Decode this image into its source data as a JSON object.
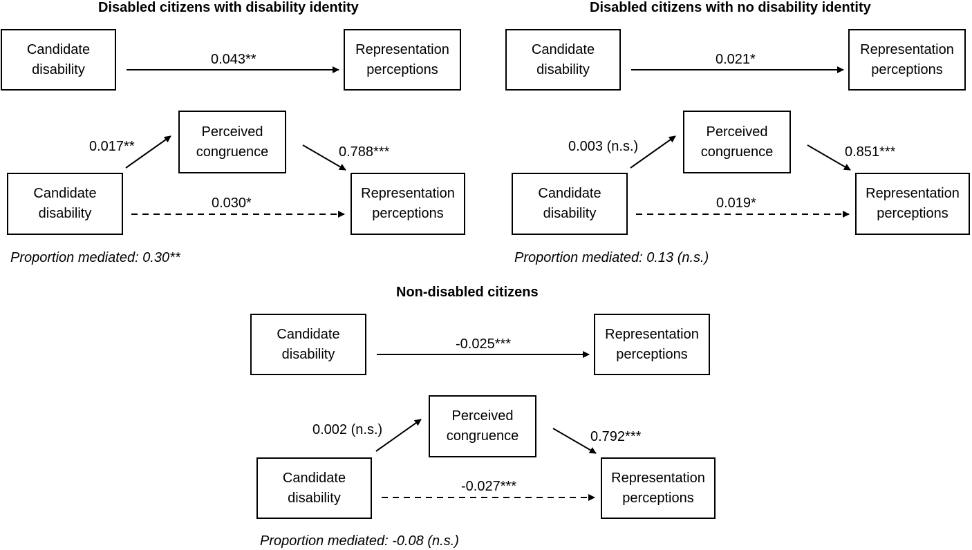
{
  "panels": [
    {
      "title": "Disabled citizens with disability identity",
      "direct": {
        "from": "Candidate\ndisability",
        "to": "Representation\nperceptions",
        "coef": "0.043**"
      },
      "mediation": {
        "x": "Candidate\ndisability",
        "m": "Perceived\ncongruence",
        "y": "Representation\nperceptions",
        "a": "0.017**",
        "b": "0.788***",
        "c_prime": "0.030*"
      },
      "proportion": "Proportion mediated: 0.30**"
    },
    {
      "title": "Disabled citizens with no disability identity",
      "direct": {
        "from": "Candidate\ndisability",
        "to": "Representation\nperceptions",
        "coef": "0.021*"
      },
      "mediation": {
        "x": "Candidate\ndisability",
        "m": "Perceived\ncongruence",
        "y": "Representation\nperceptions",
        "a": "0.003 (n.s.)",
        "b": "0.851***",
        "c_prime": "0.019*"
      },
      "proportion": "Proportion mediated: 0.13 (n.s.)"
    },
    {
      "title": "Non-disabled citizens",
      "direct": {
        "from": "Candidate\ndisability",
        "to": "Representation\nperceptions",
        "coef": "-0.025***"
      },
      "mediation": {
        "x": "Candidate\ndisability",
        "m": "Perceived\ncongruence",
        "y": "Representation\nperceptions",
        "a": "0.002 (n.s.)",
        "b": "0.792***",
        "c_prime": "-0.027***"
      },
      "proportion": "Proportion mediated: -0.08 (n.s.)"
    }
  ]
}
